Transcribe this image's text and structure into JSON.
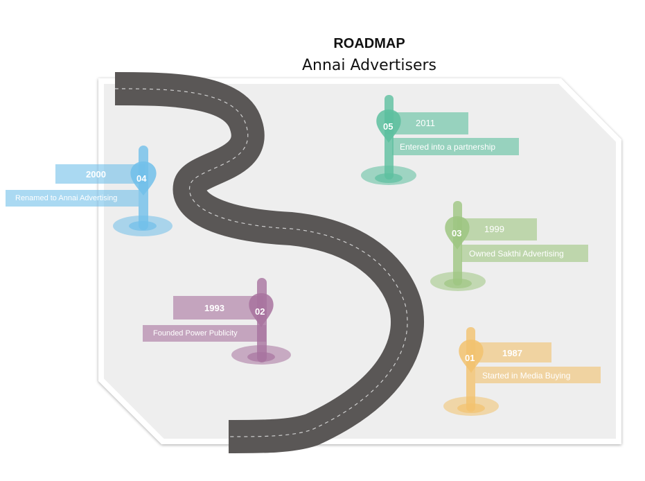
{
  "header": {
    "title": "ROADMAP",
    "subtitle": "Annai Advertisers"
  },
  "milestones": [
    {
      "number": "01",
      "year": "1987",
      "description": "Started in Media Buying",
      "color": "#f2c26e"
    },
    {
      "number": "02",
      "year": "1993",
      "description": "Founded Power Publicity",
      "color": "#a8739f"
    },
    {
      "number": "03",
      "year": "1999",
      "description": "Owned  Sakthi Advertising",
      "color": "#9ec681"
    },
    {
      "number": "04",
      "year": "2000",
      "description": "Renamed to Annai Advertising",
      "color": "#71bfea"
    },
    {
      "number": "05",
      "year": "2011",
      "description": "Entered into a partnership",
      "color": "#5dbf9f"
    }
  ],
  "colors": {
    "road": "#5a5756",
    "panel": "#eeeeee"
  }
}
